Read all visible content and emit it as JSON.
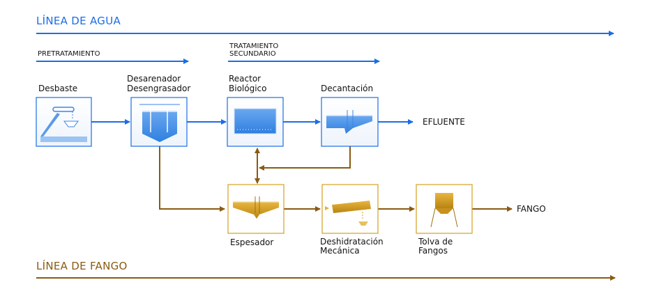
{
  "water_line": {
    "title": "LÍNEA DE AGUA",
    "color": "#1a6ee6"
  },
  "sludge_line": {
    "title": "LÍNEA DE FANGO",
    "color": "#8a5a12"
  },
  "stages": {
    "pretreatment": "PRETRATAMIENTO",
    "secondary_line1": "TRATAMIENTO",
    "secondary_line2": "SECUNDARIO"
  },
  "units": {
    "screening": "Desbaste",
    "grit_line1": "Desarenador",
    "grit_line2": "Desengrasador",
    "reactor_line1": "Reactor",
    "reactor_line2": "Biológico",
    "settling": "Decantación",
    "thickener": "Espesador",
    "dewater_line1": "Deshidratación",
    "dewater_line2": "Mecánica",
    "hopper_line1": "Tolva de",
    "hopper_line2": "Fangos"
  },
  "outputs": {
    "effluent": "EFLUENTE",
    "sludge": "FANGO"
  },
  "colors": {
    "blue": "#1a6ee6",
    "brown": "#8a5a12",
    "gold": "#d4a020"
  }
}
